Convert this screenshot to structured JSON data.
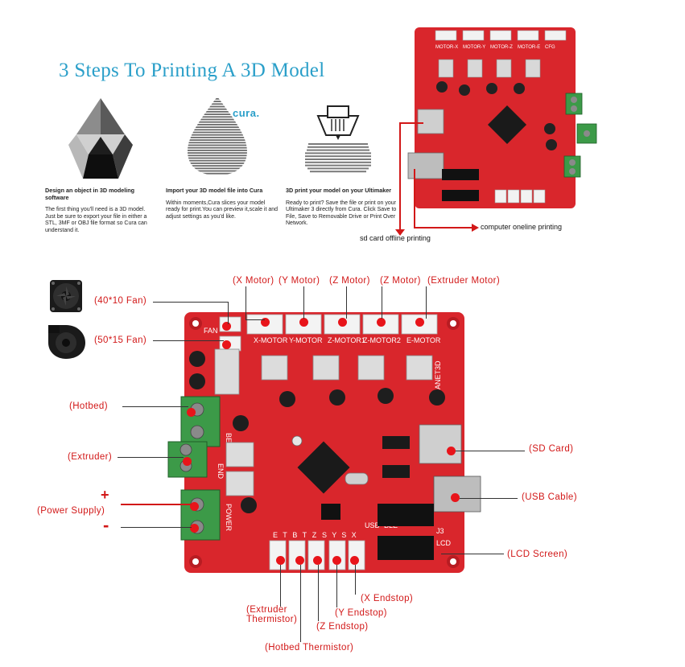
{
  "title": "3 Steps To Printing A 3D Model",
  "cura_logo": {
    "name": "cura",
    "dot": "."
  },
  "steps": [
    {
      "heading": "Design an object in 3D modeling software",
      "body": "The first thing you'll need is a 3D model. Just be sure to export your file in either a STL, 3MF or OBJ file format so Cura can understand it."
    },
    {
      "heading": "Import your 3D model file into Cura",
      "body": "Within moments,Cura slices your model ready for print.You can preview it,scale it and adjust settings as you'd like."
    },
    {
      "heading": "3D print your model on your Ultimaker",
      "body": "Ready to print? Save the file or print on your Ultimaker 3 directly from Cura. Click Save to File, Save to Removable Drive or Print Over Network."
    }
  ],
  "board_top_captions": {
    "offline": "sd card offline printing",
    "online": "computer oneline printing"
  },
  "board_top_silk": [
    "MOTOR-X",
    "MOTOR-Y",
    "MOTOR-Z",
    "MOTOR-E",
    "CFG"
  ],
  "labels": {
    "x_motor": "(X Motor)",
    "y_motor": "(Y Motor)",
    "z_motor_1": "(Z Motor)",
    "z_motor_2": "(Z Motor)",
    "extruder_motor": "(Extruder Motor)",
    "fan_40": "(40*10 Fan)",
    "fan_50": "(50*15 Fan)",
    "hotbed": "(Hotbed)",
    "extruder": "(Extruder)",
    "power_plus": "+",
    "power_supply": "(Power Supply)",
    "power_minus": "-",
    "sd_card": "(SD Card)",
    "usb_cable": "(USB Cable)",
    "lcd_screen": "(LCD Screen)",
    "x_endstop": "(X Endstop)",
    "y_endstop": "(Y Endstop)",
    "z_endstop": "(Z Endstop)",
    "extruder_thermistor_1": "(Extruder",
    "extruder_thermistor_2": "Thermistor)",
    "hotbed_thermistor": "(Hotbed Thermistor)"
  },
  "board_silk": {
    "fan": "FAN",
    "x_motor": "X-MOTOR",
    "y_motor": "Y-MOTOR",
    "z_motor1": "Z-MOTOR1",
    "z_motor2": "Z-MOTOR2",
    "e_motor": "E-MOTOR",
    "anet": "ANET3D",
    "bed": "BED",
    "end": "END",
    "power": "POWER",
    "j3": "J3",
    "lcd": "LCD",
    "usb": "USB",
    "ble": "BLE",
    "endstop_pins": [
      "E",
      "T",
      "B",
      "T",
      "Z",
      "S",
      "Y",
      "S",
      "X"
    ]
  },
  "colors": {
    "title_blue": "#2a9fc9",
    "board_red": "#d9262c",
    "label_red": "#d21818",
    "terminal_green": "#3c9a48"
  }
}
